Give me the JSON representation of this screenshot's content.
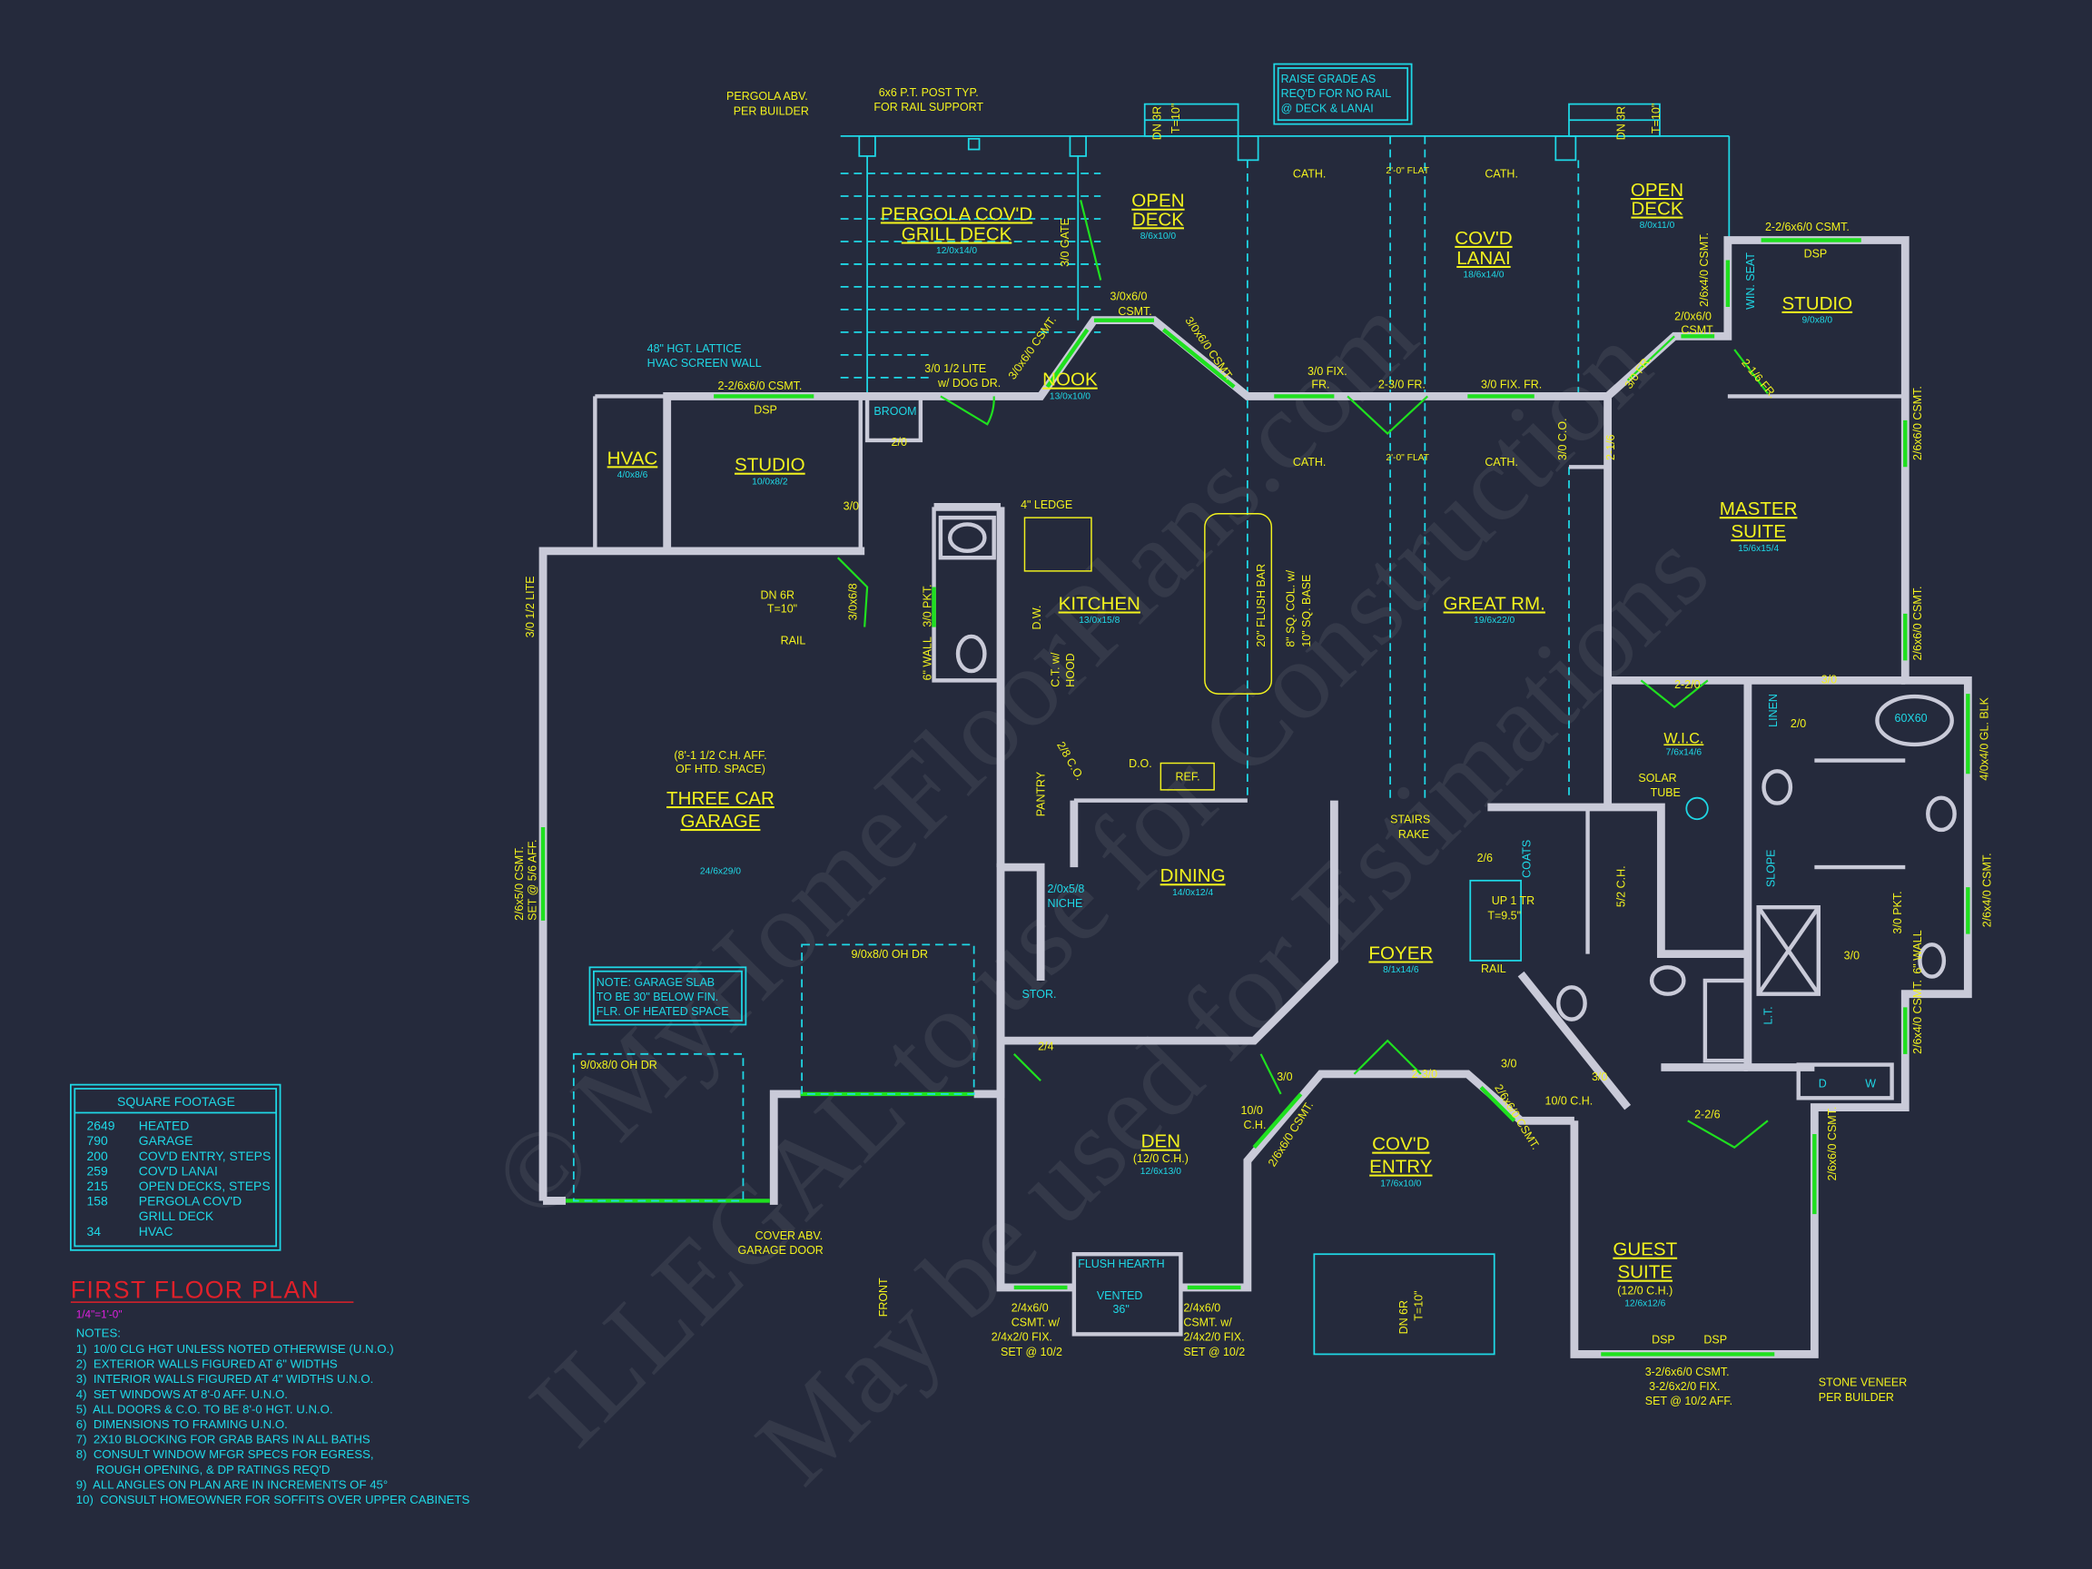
{
  "title": "FIRST FLOOR PLAN",
  "scale": "1/4\"=1'-0\"",
  "watermark": [
    "© MyHomeFloorPlans.com",
    "ILLEGAL to use for Construction",
    "May be used for Estimations"
  ],
  "rooms": {
    "pergola": {
      "name1": "PERGOLA COV'D",
      "name2": "GRILL DECK",
      "dims": "12/0x14/0"
    },
    "open_deck_left": {
      "name1": "OPEN",
      "name2": "DECK",
      "dims": "8/6x10/0"
    },
    "lanai": {
      "name1": "COV'D",
      "name2": "LANAI",
      "dims": "18/6x14/0"
    },
    "open_deck_right": {
      "name1": "OPEN",
      "name2": "DECK",
      "dims": "8/0x11/0"
    },
    "studio_right": {
      "name": "STUDIO",
      "dims": "9/0x8/0"
    },
    "nook": {
      "name": "NOOK",
      "dims": "13/0x10/0"
    },
    "hvac": {
      "name": "HVAC",
      "dims": "4/0x8/6"
    },
    "studio_left": {
      "name": "STUDIO",
      "dims": "10/0x8/2"
    },
    "kitchen": {
      "name": "KITCHEN",
      "dims": "13/0x15/8"
    },
    "great_rm": {
      "name": "GREAT RM.",
      "dims": "19/6x22/0"
    },
    "master": {
      "name1": "MASTER",
      "name2": "SUITE",
      "dims": "15/6x15/4"
    },
    "wic": {
      "name": "W.I.C.",
      "dims": "7/6x14/6"
    },
    "garage": {
      "name1": "THREE CAR",
      "name2": "GARAGE",
      "dims": "24/6x29/0",
      "note": "(8'-1 1/2 C.H. AFF.",
      "note2": "OF HTD. SPACE)"
    },
    "dining": {
      "name": "DINING",
      "dims": "14/0x12/4"
    },
    "foyer": {
      "name": "FOYER",
      "dims": "8/1x14/6"
    },
    "den": {
      "name": "DEN",
      "ch": "(12/0 C.H.)",
      "dims": "12/6x13/0"
    },
    "entry": {
      "name1": "COV'D",
      "name2": "ENTRY",
      "dims": "17/6x10/0"
    },
    "guest": {
      "name1": "GUEST",
      "name2": "SUITE",
      "ch": "(12/0 C.H.)",
      "dims": "12/6x12/6"
    }
  },
  "annotations": {
    "pergola_abv": [
      "PERGOLA ABV.",
      "PER BUILDER"
    ],
    "post": [
      "6x6 P.T. POST TYP.",
      "FOR RAIL SUPPORT"
    ],
    "raise_grade": [
      "RAISE GRADE AS",
      "REQ'D FOR NO RAIL",
      "@ DECK & LANAI"
    ],
    "lattice": [
      "48\" HGT. LATTICE",
      "HVAC SCREEN WALL"
    ],
    "stairs_dn3r": "DN 3R",
    "stairs_t": "T=10\"",
    "stairs_dn6r": "DN 6R",
    "gate": "3/0 GATE",
    "w_csmt_left": "2-2/6x6/0 CSMT.",
    "dsp": "DSP",
    "broom": "BROOM",
    "dog_dr": [
      "3/0 1/2 LITE",
      "w/ DOG DR."
    ],
    "nook_csmt_top": [
      "3/0x6/0",
      "CSMT."
    ],
    "nook_csmt_l": "3/0x6/0 CSMT.",
    "nook_csmt_r": "3/0x6/0 CSMT.",
    "fix_fr": [
      "3/0 FIX.",
      "FR."
    ],
    "fr_2_3": "2-3/0 FR.",
    "fix_fr2": "3/0 FIX. FR.",
    "cath": "CATH.",
    "flat": "2'-0\" FLAT",
    "w_csmt_right": "2-2/6x6/0 CSMT.",
    "csmt_2_6x4": "2/6x4/0 CSMT.",
    "csmt_2_0x6": [
      "2/0x6/0",
      "CSMT."
    ],
    "win_seat": "WIN. SEAT",
    "fr_3_0": "3/0 FR.",
    "fr_2_16": "2-1/6 FR.",
    "co_3_0": "3/0 C.O.",
    "d_2_16": "2-1/6",
    "csmt_2_6x6": "2/6x6/0 CSMT.",
    "d_2_2_0": "2-2/0",
    "d_3_0": "3/0",
    "linen": "LINEN",
    "d_2_0": "2/0",
    "tub": "60X60",
    "gl_blk": "4/0x4/0 GL. BLK",
    "solar_tube": [
      "SOLAR",
      "TUBE"
    ],
    "ledge": "4\" LEDGE",
    "dw": "D.W.",
    "ct_hood": [
      "C.T. w/",
      "HOOD"
    ],
    "flush_bar": "20\" FLUSH BAR",
    "col": [
      "8\" SQ. COL. w/",
      "10\" SQ. BASE"
    ],
    "pantry": "PANTRY",
    "co_2_8": "2/8 C.O.",
    "do": "D.O.",
    "ref": "REF.",
    "d_2_0b": "2/0",
    "d_3_0b": "3/0",
    "d_3_0x6_8": "3/0x6/8",
    "dn_6r_rail": [
      "DN 6R",
      "T=10\""
    ],
    "rail": "RAIL",
    "pkt_3_0": "3/0 PKT.",
    "wall_6": "6\" WALL",
    "lite_3_0": "3/0 1/2 LITE",
    "garage_csmt": [
      "2/6x5/0 CSMT.",
      "SET @ 5/6 AFF."
    ],
    "garage_note": [
      "NOTE: GARAGE SLAB",
      "TO BE 30\" BELOW FIN.",
      "FLR. OF HEATED SPACE"
    ],
    "oh_dr_1": "9/0x8/0 OH DR",
    "oh_dr_2": "9/0x8/0 OH DR",
    "cover_abv": [
      "COVER ABV.",
      "GARAGE DOOR"
    ],
    "front": "FRONT",
    "niche": [
      "2/0x5/8",
      "NICHE"
    ],
    "stor": "STOR.",
    "d_2_4": "2/4",
    "stairs_rake": [
      "STAIRS",
      "RAKE"
    ],
    "d_2_6": "2/6",
    "coats": "COATS",
    "up_tr": [
      "UP 1 TR",
      "T=9.5\""
    ],
    "ch_5_2": "5/2 C.H.",
    "slope": "SLOPE",
    "csmt_2_6x4b": "2/6x4/0 CSMT.",
    "lt": "L.T.",
    "d": "D",
    "w": "W",
    "ch_10_0": "10/0 C.H.",
    "den_ch": [
      "10/0",
      "C.H."
    ],
    "entry_csmt_l": "2/6x6/0 CSMT.",
    "entry_csmt_r": "2/6x6/0 CSMT.",
    "d_2_3_0": "2-3/0",
    "d_2_2_6": "2-2/6",
    "guest_csmt": "2/6x6/0 CSMT.",
    "flush_hearth": "FLUSH HEARTH",
    "vented": [
      "VENTED",
      "36\""
    ],
    "den_win_l": [
      "2/4x6/0",
      "CSMT. w/",
      "2/4x2/0 FIX.",
      "SET @ 10/2"
    ],
    "den_win_r": [
      "2/4x6/0",
      "CSMT. w/",
      "2/4x2/0 FIX.",
      "SET @ 10/2"
    ],
    "guest_win": [
      "3-2/6x6/0 CSMT.",
      "3-2/6x2/0 FIX.",
      "SET @ 10/2 AFF."
    ],
    "stone": [
      "STONE VENEER",
      "PER BUILDER"
    ]
  },
  "square_footage": {
    "title": "SQUARE FOOTAGE",
    "rows": [
      {
        "value": "2649",
        "label": "HEATED"
      },
      {
        "value": "790",
        "label": "GARAGE"
      },
      {
        "value": "200",
        "label": "COV'D ENTRY, STEPS"
      },
      {
        "value": "259",
        "label": "COV'D LANAI"
      },
      {
        "value": "215",
        "label": "OPEN DECKS, STEPS"
      },
      {
        "value": "158",
        "label": "PERGOLA COV'D"
      },
      {
        "value": "",
        "label": "GRILL DECK"
      },
      {
        "value": "34",
        "label": "HVAC"
      }
    ]
  },
  "notes": {
    "heading": "NOTES:",
    "items": [
      "1)  10/0 CLG HGT UNLESS NOTED OTHERWISE (U.N.O.)",
      "2)  EXTERIOR WALLS FIGURED AT 6\" WIDTHS",
      "3)  INTERIOR WALLS FIGURED AT 4\" WIDTHS U.N.O.",
      "4)  SET WINDOWS AT 8'-0 AFF. U.N.O.",
      "5)  ALL DOORS & C.O. TO BE 8'-0 HGT. U.N.O.",
      "6)  DIMENSIONS TO FRAMING U.N.O.",
      "7)  2X10 BLOCKING FOR GRAB BARS IN ALL BATHS",
      "8)  CONSULT WINDOW MFGR SPECS FOR EGRESS,",
      "      ROUGH OPENING, & DP RATINGS REQ'D",
      "9)  ALL ANGLES ON PLAN ARE IN INCREMENTS OF 45°",
      "10)  CONSULT HOMEOWNER FOR SOFFITS OVER UPPER CABINETS"
    ]
  },
  "colors": {
    "background": "#252a3c",
    "label": "#f2f21e",
    "dimension": "#1fd8e6",
    "wall": "#c9cad8",
    "window": "#1fe01f",
    "title": "#e0202a",
    "scale": "#e020e0"
  }
}
